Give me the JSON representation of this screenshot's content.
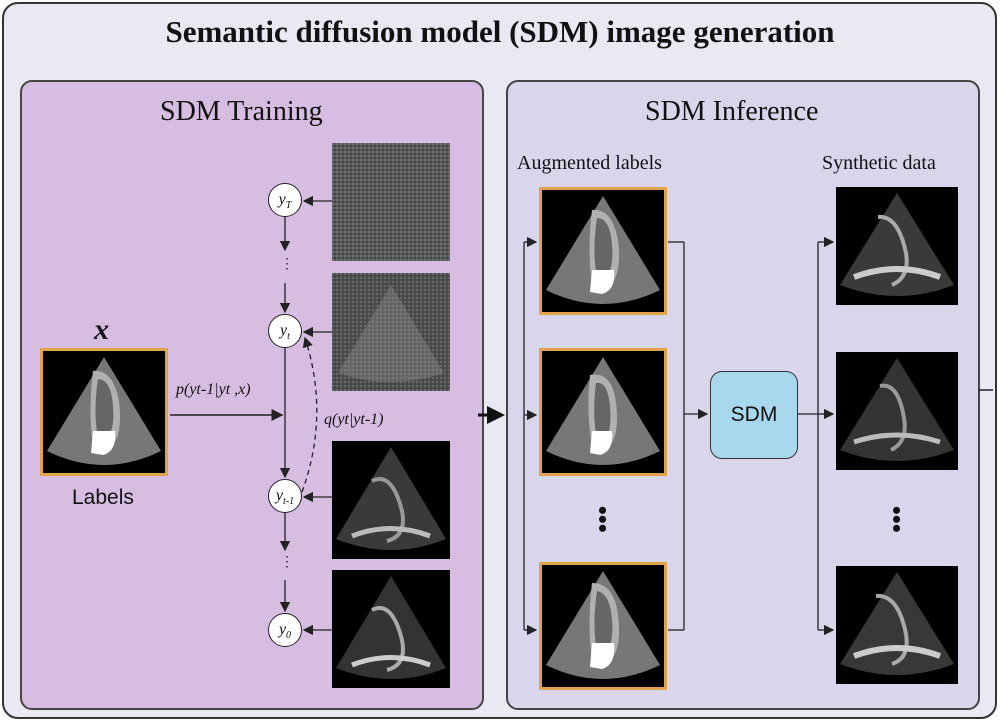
{
  "title": "Semantic diffusion model (SDM) image generation",
  "training": {
    "title": "SDM Training",
    "x_var": "x",
    "labels_caption": "Labels",
    "reverse_label": "p(y",
    "reverse_label_full": "p(yt-1|yt ,x)",
    "forward_label_full": "q(yt|yt-1)",
    "nodes": [
      {
        "name": "y",
        "sub": "T"
      },
      {
        "name": "y",
        "sub": "t"
      },
      {
        "name": "y",
        "sub": "t-1"
      },
      {
        "name": "y",
        "sub": "0"
      }
    ]
  },
  "inference": {
    "title": "SDM Inference",
    "augmented_caption": "Augmented labels",
    "synthetic_caption": "Synthetic data",
    "model_label": "SDM",
    "ellipsis": "⋮"
  },
  "colors": {
    "outer_bg": "#e9e8f3",
    "training_bg": "#d7bde2",
    "inference_bg": "#d9d6ec",
    "label_frame": "#e0a24a",
    "model_box": "#a8d8ee"
  }
}
